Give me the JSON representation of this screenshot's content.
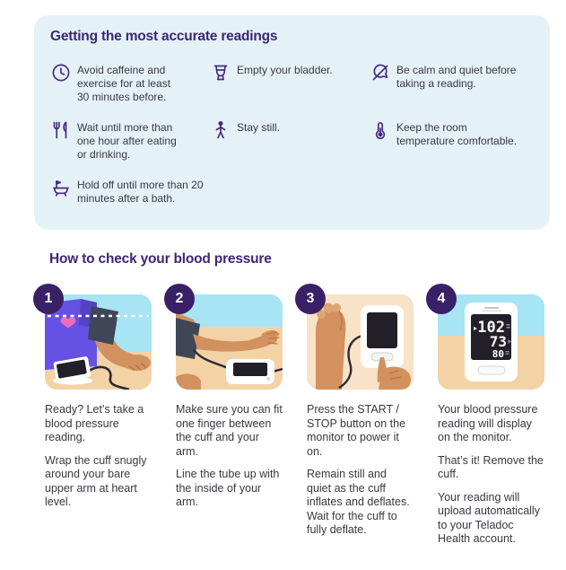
{
  "tips_panel": {
    "title": "Getting the most accurate readings",
    "background_color": "#e4f2f7",
    "title_color": "#3e2575",
    "icon_color": "#4b2b80",
    "items": [
      {
        "icon": "clock-icon",
        "text": "Avoid caffeine and exercise for at least 30 minutes before."
      },
      {
        "icon": "toilet-icon",
        "text": "Empty your bladder."
      },
      {
        "icon": "muted-chat-icon",
        "text": "Be calm and quiet before taking a reading."
      },
      {
        "icon": "utensils-icon",
        "text": "Wait until more than one hour after eating or drinking."
      },
      {
        "icon": "person-icon",
        "text": "Stay still."
      },
      {
        "icon": "thermometer-icon",
        "text": "Keep the room temperature comfortable."
      },
      {
        "icon": "bathtub-icon",
        "text": "Hold off until more than 20 minutes after a bath."
      }
    ]
  },
  "steps_section": {
    "title": "How to check your blood pressure",
    "badge_color": "#3a2066",
    "steps": [
      {
        "number": "1",
        "paragraphs": [
          "Ready? Let’s take a blood pressure reading.",
          "Wrap the cuff snugly around your bare upper arm at heart level."
        ]
      },
      {
        "number": "2",
        "paragraphs": [
          "Make sure you can fit one finger between the cuff and your arm.",
          "Line the tube up with the inside of your arm."
        ]
      },
      {
        "number": "3",
        "paragraphs": [
          "Press the START / STOP button on the monitor to power it on.",
          "Remain still and quiet  as the cuff inflates and deflates. Wait for the cuff to fully deflate."
        ]
      },
      {
        "number": "4",
        "paragraphs": [
          "Your blood pressure reading will display on the monitor.",
          "That’s it! Remove the cuff.",
          "Your reading will upload automatically to your Teladoc Health account."
        ]
      }
    ],
    "monitor_display": {
      "systolic": "102",
      "diastolic": "73",
      "pulse": "80"
    }
  }
}
